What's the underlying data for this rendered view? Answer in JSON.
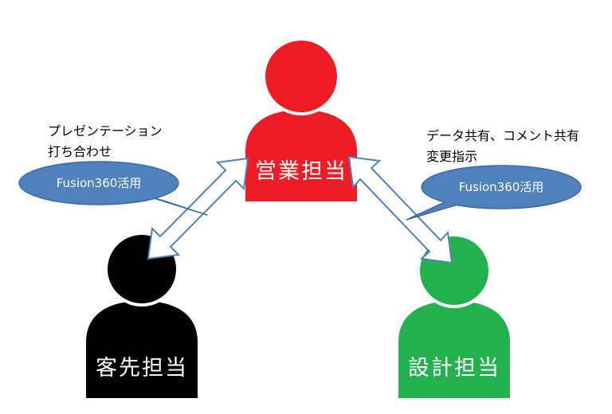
{
  "roles": {
    "sales": {
      "label": "営業担当",
      "color": "#ee1c25"
    },
    "client": {
      "label": "客先担当",
      "color": "#000000"
    },
    "design": {
      "label": "設計担当",
      "color": "#22b14c"
    }
  },
  "notes": {
    "left_line1": "プレゼンテーション",
    "left_line2": "打ち合わせ",
    "right_line1": "データ共有、コメント共有",
    "right_line2": "変更指示"
  },
  "callouts": {
    "left": "Fusion360活用",
    "right": "Fusion360活用",
    "fill": "#4f81bd"
  },
  "arrows": {
    "stroke": "#4f81bd"
  }
}
